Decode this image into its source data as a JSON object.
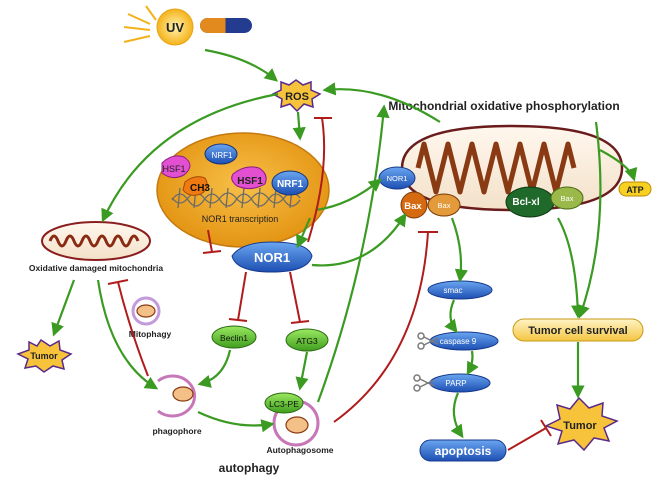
{
  "labels": {
    "uv": "UV",
    "ros": "ROS",
    "mito_ox_phos": "Mitochondrial oxidative phosphorylation",
    "nucleus_hsf1_a": "HSF1",
    "nucleus_nrf1_a": "NRF1",
    "nucleus_ch3": "CH3",
    "nucleus_hsf1_b": "HSF1",
    "nucleus_nrf1_b": "NRF1",
    "nor1_transcription": "NOR1 transcription",
    "nor1_main": "NOR1",
    "nor1_mito": "NOR1",
    "bax_main": "Bax",
    "bax_small": "Bax",
    "bclxl": "Bcl-xl",
    "bax_bcl": "Bax",
    "atp": "ATP",
    "damaged_mito": "Oxidative damaged mitochondria",
    "tumor_left": "Tumor",
    "mitophagy": "Mitophagy",
    "beclin1": "Beclin1",
    "atg3": "ATG3",
    "phagophore": "phagophore",
    "lc3pe": "LC3-PE",
    "autophagosome": "Autophagosome",
    "autophagy": "autophagy",
    "smac": "smac",
    "caspase9": "caspase 9",
    "parp": "PARP",
    "apoptosis": "apoptosis",
    "tumor_survival": "Tumor cell survival",
    "tumor_right": "Tumor"
  },
  "colors": {
    "arrow_green": "#3a9a22",
    "inhibit_red": "#b01c1c",
    "nucleus_orange": "#f2a21a",
    "nor1_blue": "#2f6fd6",
    "bax_orange": "#d56a10",
    "bclxl_green": "#1f6a2a",
    "star_gold": "#f6c33a",
    "pill_blue": "#1f6fd1",
    "survival_gold": "#ffe08a"
  },
  "icons": [
    "sun-icon",
    "capsule-icon",
    "mitochondrion-icon",
    "dna-icon",
    "scissors-icon",
    "starburst-icon"
  ]
}
